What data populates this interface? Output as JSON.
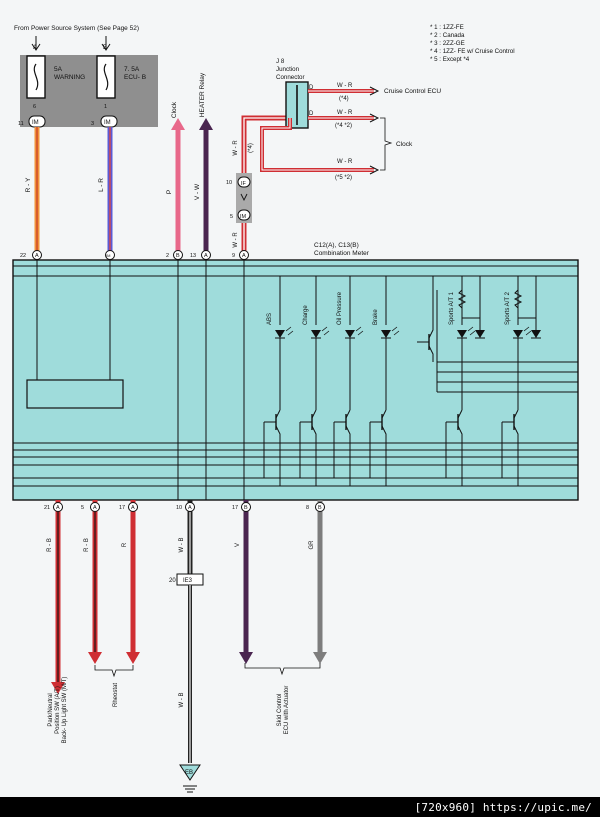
{
  "header": {
    "source_text": "From Power Source System (See Page 52)"
  },
  "notes": [
    "* 1 : 1ZZ-FE",
    "* 2 : Canada",
    "* 3 : 2ZZ-GE",
    "* 4 : 1ZZ- FE w/ Cruise Control",
    "* 5 : Except *4"
  ],
  "fuses": [
    {
      "pin": "A",
      "amp": "5A",
      "name": "WARNING",
      "lower_pin": "6",
      "conn_pin": "11",
      "conn": "IM",
      "wire": "R - Y"
    },
    {
      "pin": "B",
      "amp": "7. 5A",
      "name": "ECU- B",
      "lower_pin": "1",
      "conn_pin": "3",
      "conn": "IM",
      "wire": "L - R"
    }
  ],
  "top_wires": [
    {
      "dest": "Clock",
      "wire": "P",
      "pin": "2",
      "conn": "B"
    },
    {
      "dest": "HEATER Relay",
      "wire": "V - W",
      "pin": "13",
      "conn": "A"
    },
    {
      "wire": "W - R",
      "pin": "9",
      "conn": "A"
    }
  ],
  "junction": {
    "id": "J 8",
    "line1": "Junction",
    "line2": "Connector",
    "pin_d": "D"
  },
  "junction_outputs": [
    {
      "wire": "W - R",
      "note": "(*4)",
      "dest": "Cruise Control ECU"
    },
    {
      "wire": "W - R",
      "note": "(*4 *2)",
      "dest": ""
    },
    {
      "wire": "W - R",
      "note": "(*5 *2)",
      "dest": ""
    }
  ],
  "clock_label": "Clock",
  "vertical_link": {
    "wire": "W - R",
    "note": "(*4)",
    "upper_pin": "10",
    "upper_conn": "IF",
    "lower_pin": "5",
    "lower_conn": "IM"
  },
  "meter": {
    "title_line1": "C12(A), C13(B)",
    "title_line2": "Combination Meter",
    "top_pin": "22",
    "top_conn": "A"
  },
  "indicators": [
    "ABS",
    "Charge",
    "Oil Pressure",
    "Brake",
    "Sports A/T 1",
    "Sports A/T 2"
  ],
  "bottom_wires": [
    {
      "pin": "21",
      "conn": "A",
      "wire": "R - B"
    },
    {
      "pin": "5",
      "conn": "A",
      "wire": "R - B"
    },
    {
      "pin": "17",
      "conn": "A",
      "wire": "R"
    },
    {
      "pin": "10",
      "conn": "A",
      "wire": "W - B"
    },
    {
      "pin": "17",
      "conn": "B",
      "wire": "V"
    },
    {
      "pin": "8",
      "conn": "B",
      "wire": "GR"
    }
  ],
  "ground_conn": {
    "pin": "20",
    "conn": "IE3",
    "wire": "W - B",
    "ground": "EB"
  },
  "destinations": {
    "park": [
      "Park/Neutral",
      "Position SW (A/T)",
      "Back- Up Light SW (M/T)"
    ],
    "rheostat": "Rheostat",
    "skid": [
      "Skid Control",
      "ECU with Actuator"
    ]
  },
  "footer": {
    "credit": "[720x960] https://upic.me/"
  },
  "colors": {
    "meter_fill": "#9fdcdb",
    "paper": "#f4f6f7",
    "black_bar": "#000000",
    "wire_red": "#cf2e33",
    "wire_pink": "#e8688a",
    "wire_violet": "#4a2550",
    "wire_gray": "#7d7d7d",
    "wire_orange": "#f0913a",
    "wire_blue": "#5a5bd4"
  }
}
